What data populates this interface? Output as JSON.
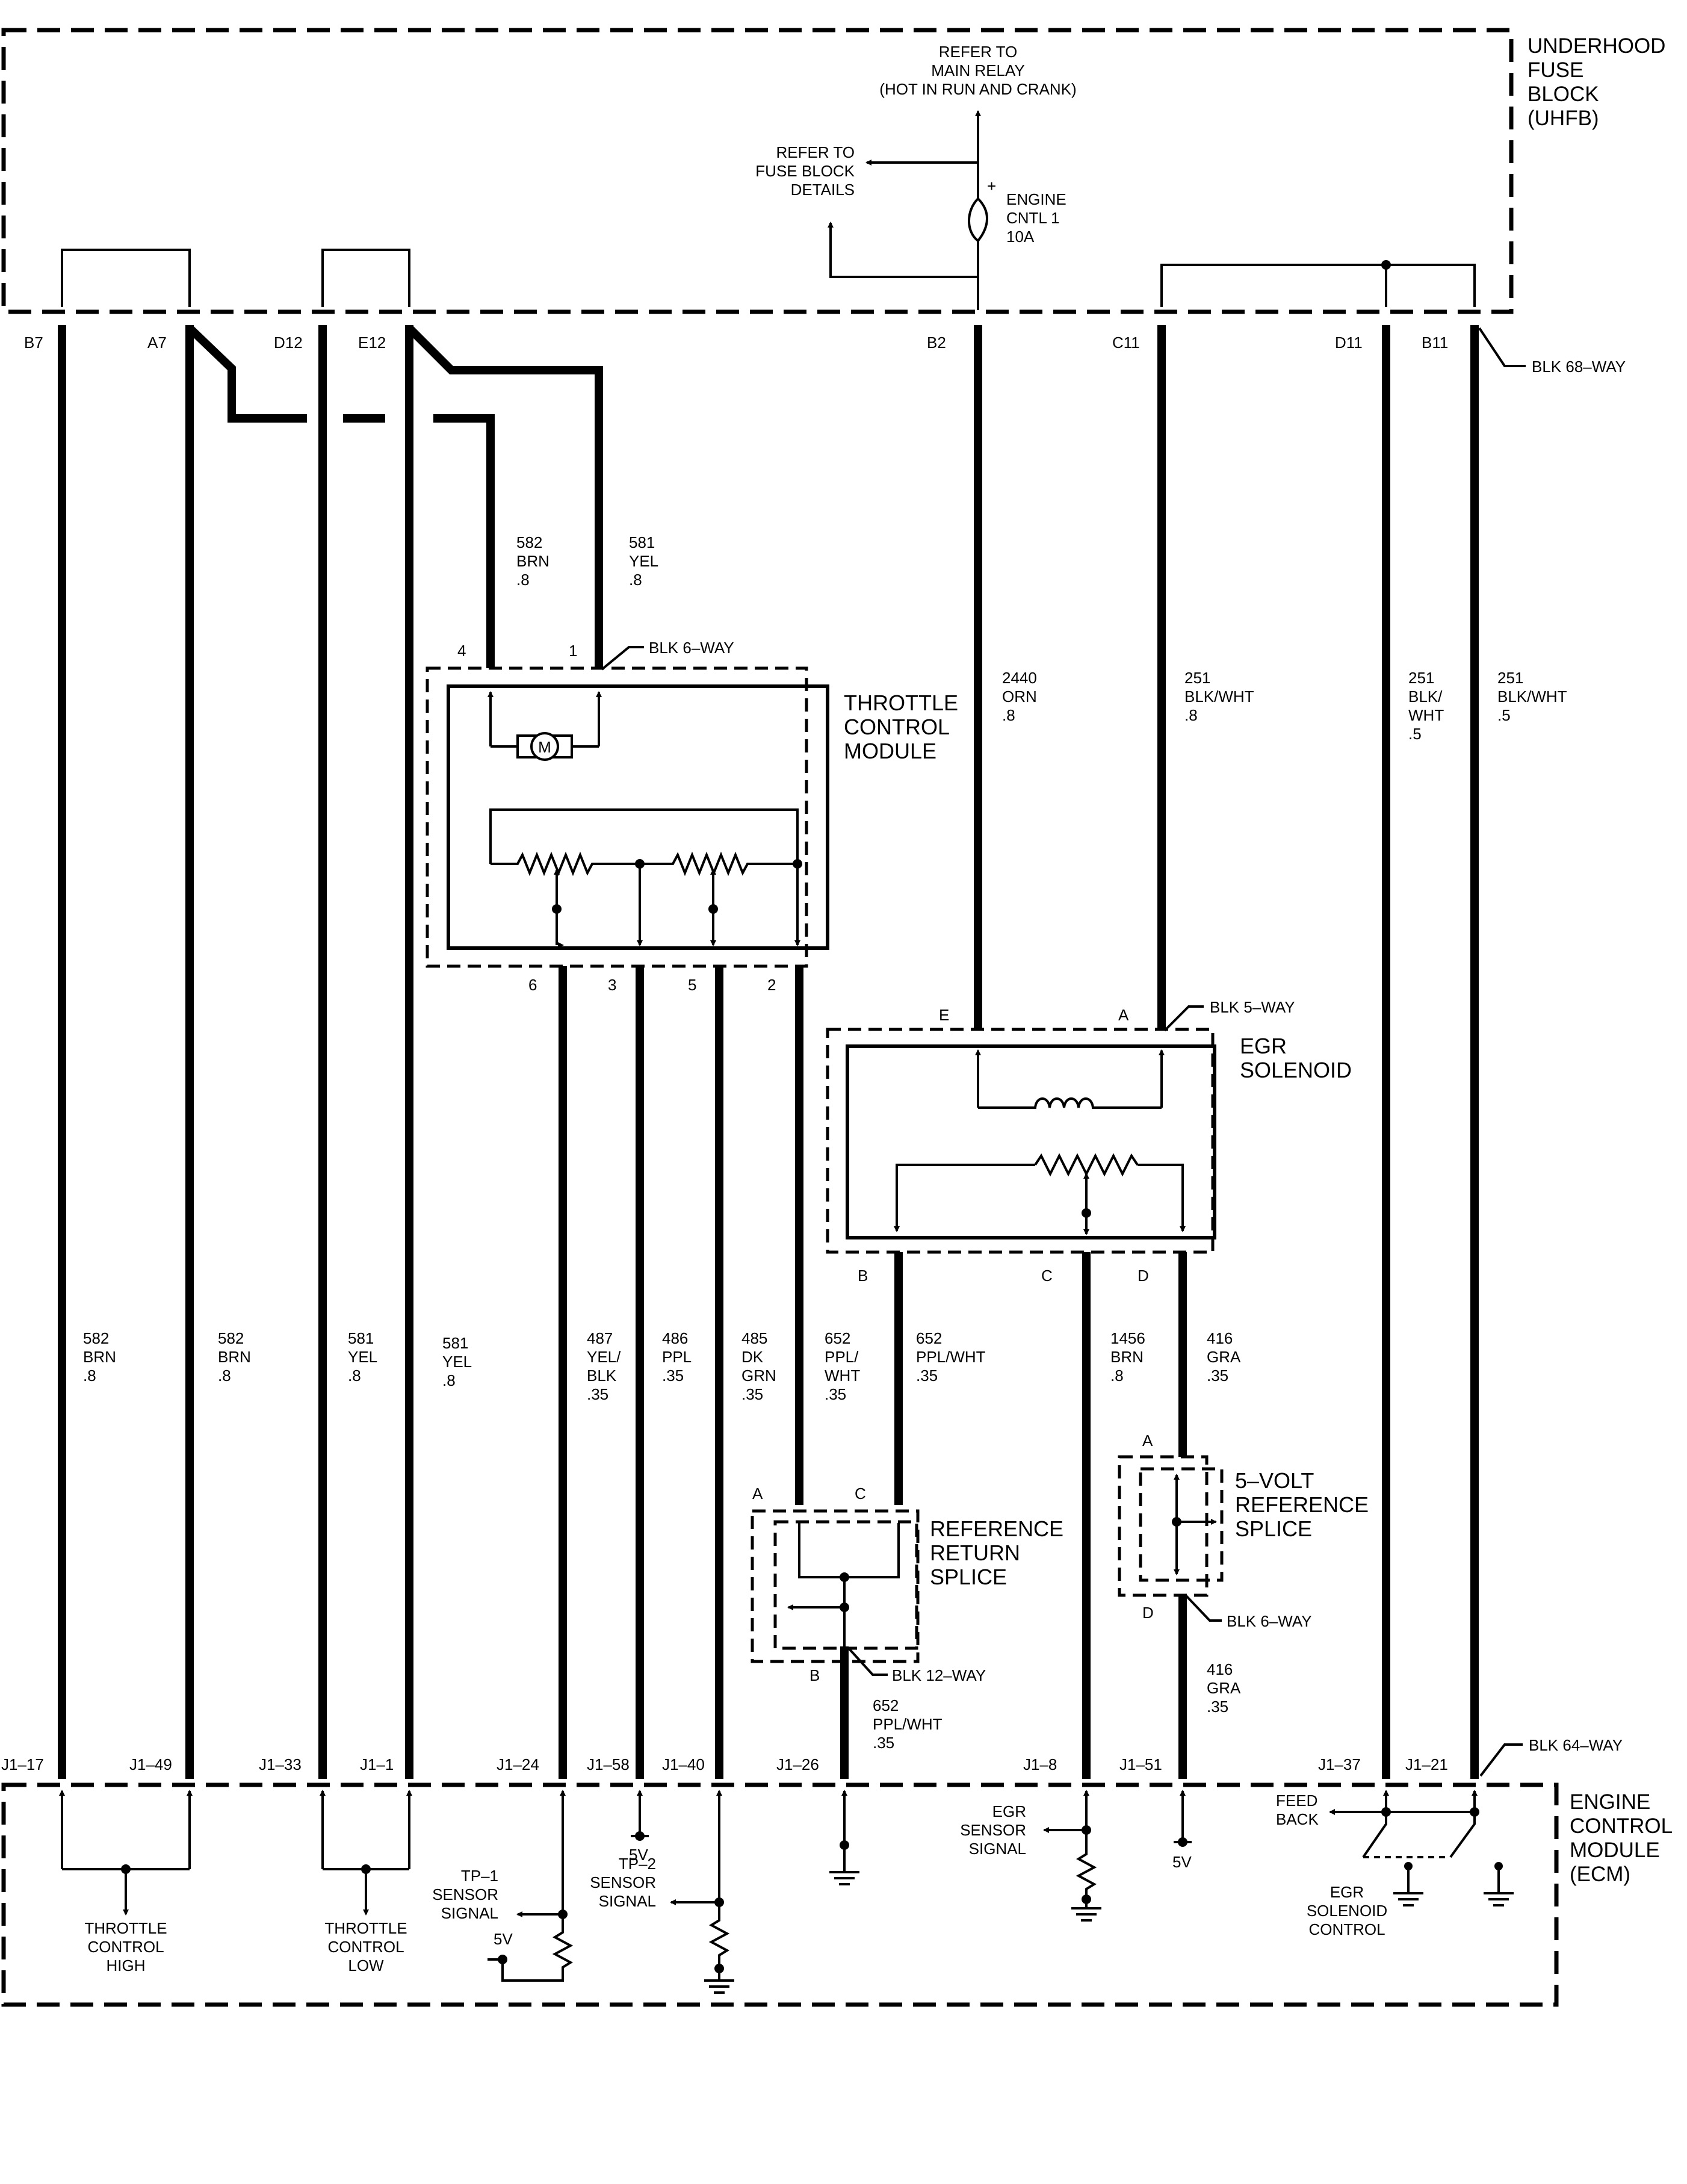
{
  "uhfb": {
    "title_lines": [
      "UNDERHOOD",
      "FUSE",
      "BLOCK",
      "(UHFB)"
    ],
    "refer_main_relay": [
      "REFER TO",
      "MAIN RELAY",
      "(HOT IN RUN AND CRANK)"
    ],
    "refer_fuse_block": [
      "REFER TO",
      "FUSE BLOCK",
      "DETAILS"
    ],
    "fuse": [
      "ENGINE",
      "CNTL 1",
      "10A"
    ],
    "fuse_plus": "+",
    "pins": [
      "B7",
      "A7",
      "D12",
      "E12",
      "B2",
      "C11",
      "D11",
      "B11"
    ],
    "connector": "BLK 68–WAY"
  },
  "wires": {
    "w582_top": [
      "582",
      "BRN",
      ".8"
    ],
    "w581_top": [
      "581",
      "YEL",
      ".8"
    ],
    "w582_l1": [
      "582",
      "BRN",
      ".8"
    ],
    "w582_l2": [
      "582",
      "BRN",
      ".8"
    ],
    "w581_l1": [
      "581",
      "YEL",
      ".8"
    ],
    "w581_l2": [
      "581",
      "YEL",
      ".8"
    ],
    "w487": [
      "487",
      "YEL/",
      "BLK",
      ".35"
    ],
    "w486": [
      "486",
      "PPL",
      ".35"
    ],
    "w485": [
      "485",
      "DK",
      "GRN",
      ".35"
    ],
    "w652a": [
      "652",
      "PPL/",
      "WHT",
      ".35"
    ],
    "w652b": [
      "652",
      "PPL/WHT",
      ".35"
    ],
    "w652c": [
      "652",
      "PPL/WHT",
      ".35"
    ],
    "w2440": [
      "2440",
      "ORN",
      ".8"
    ],
    "w251a": [
      "251",
      "BLK/WHT",
      ".8"
    ],
    "w251b": [
      "251",
      "BLK/",
      "WHT",
      ".5"
    ],
    "w251c": [
      "251",
      "BLK/WHT",
      ".5"
    ],
    "w1456": [
      "1456",
      "BRN",
      ".8"
    ],
    "w416a": [
      "416",
      "GRA",
      ".35"
    ],
    "w416b": [
      "416",
      "GRA",
      ".35"
    ]
  },
  "tcm": {
    "title_lines": [
      "THROTTLE",
      "CONTROL",
      "MODULE"
    ],
    "connector": "BLK 6–WAY",
    "pins_top": [
      "4",
      "1"
    ],
    "pins_bottom": [
      "6",
      "3",
      "5",
      "2"
    ],
    "motor": "M"
  },
  "egr": {
    "title_lines": [
      "EGR",
      "SOLENOID"
    ],
    "connector": "BLK 5–WAY",
    "pins_top": [
      "E",
      "A"
    ],
    "pins_bottom": [
      "B",
      "C",
      "D"
    ]
  },
  "ref_return": {
    "title_lines": [
      "REFERENCE",
      "RETURN",
      "SPLICE"
    ],
    "pins": [
      "A",
      "C",
      "B"
    ],
    "connector": "BLK 12–WAY"
  },
  "ref_5v": {
    "title_lines": [
      "5–VOLT",
      "REFERENCE",
      "SPLICE"
    ],
    "pins": [
      "A",
      "D"
    ],
    "connector": "BLK 6–WAY"
  },
  "ecm": {
    "title_lines": [
      "ENGINE",
      "CONTROL",
      "MODULE",
      "(ECM)"
    ],
    "connector": "BLK 64–WAY",
    "pins": [
      "J1–17",
      "J1–49",
      "J1–33",
      "J1–1",
      "J1–24",
      "J1–58",
      "J1–40",
      "J1–26",
      "J1–8",
      "J1–51",
      "J1–37",
      "J1–21"
    ],
    "throttle_high": [
      "THROTTLE",
      "CONTROL",
      "HIGH"
    ],
    "throttle_low": [
      "THROTTLE",
      "CONTROL",
      "LOW"
    ],
    "tp1": [
      "TP–1",
      "SENSOR",
      "SIGNAL"
    ],
    "tp2": [
      "TP–2",
      "SENSOR",
      "SIGNAL"
    ],
    "egr_sensor": [
      "EGR",
      "SENSOR",
      "SIGNAL"
    ],
    "feedback": [
      "FEED",
      "BACK"
    ],
    "egr_control": [
      "EGR",
      "SOLENOID",
      "CONTROL"
    ],
    "v5a": "5V",
    "v5b": "5V",
    "v5c": "5V"
  }
}
